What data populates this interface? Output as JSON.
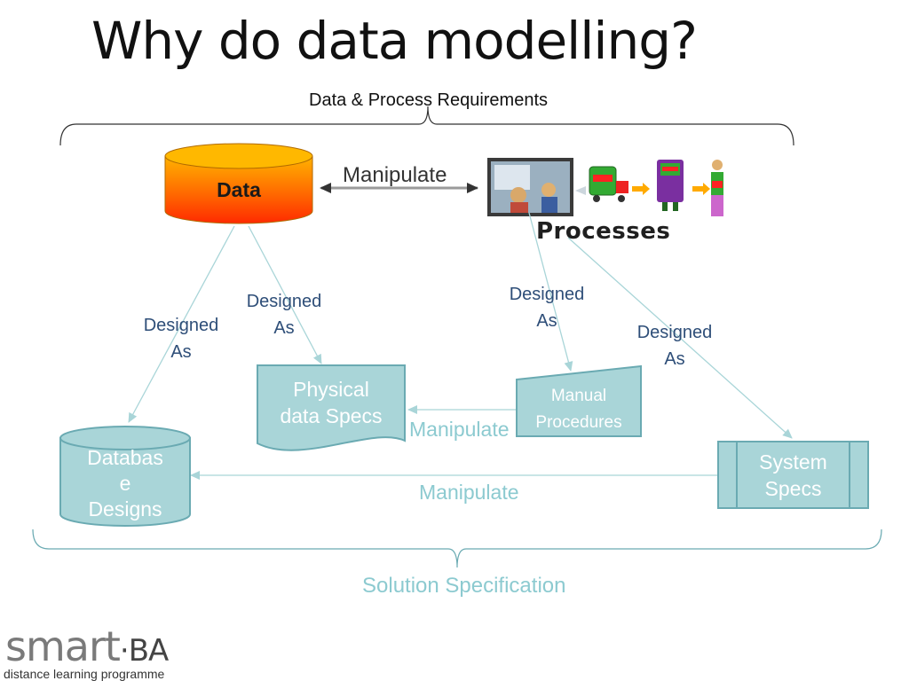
{
  "slide": {
    "title": "Why do data modelling?",
    "top_label": "Data & Process Requirements",
    "bottom_label": "Solution Specification"
  },
  "nodes": {
    "data": "Data",
    "processes": "Processes",
    "physical_data_specs": [
      "Physical",
      "data Specs"
    ],
    "manual_procedures": [
      "Manual",
      "Procedures"
    ],
    "database_designs": [
      "Databas",
      "e",
      "Designs"
    ],
    "system_specs": [
      "System",
      "Specs"
    ]
  },
  "edges": {
    "manipulate_top": "Manipulate",
    "manipulate_mid": "Manipulate",
    "manipulate_bottom": "Manipulate",
    "designed_as_1": [
      "Designed",
      "As"
    ],
    "designed_as_2": [
      "Designed",
      "As"
    ],
    "designed_as_3": [
      "Designed",
      "As"
    ],
    "designed_as_4": [
      "Designed",
      "As"
    ]
  },
  "logo": {
    "brand_main": "smart",
    "brand_dot": "·",
    "brand_suffix": "BA",
    "tagline": "distance learning programme"
  },
  "colors": {
    "teal_fill": "#a9d5d8",
    "teal_stroke": "#6aaab2",
    "teal_text": "#8ccad0",
    "label_blue": "#2e4e78",
    "data_gradient_top": "#ffa600",
    "data_gradient_bottom": "#ff2200"
  }
}
